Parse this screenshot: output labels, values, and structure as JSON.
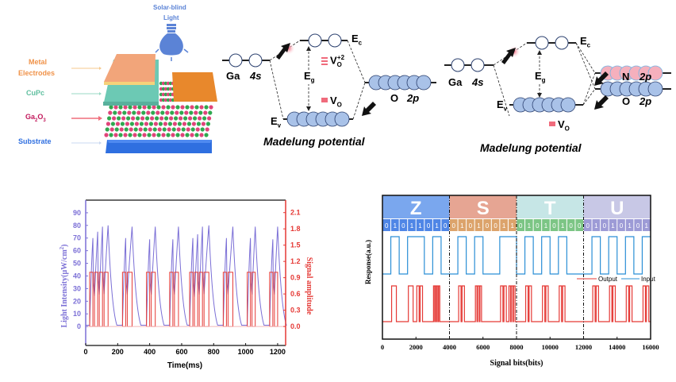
{
  "device_schematic": {
    "light_label_line1": "Solar-blind",
    "light_label_line2": "Light",
    "layers": [
      {
        "label": "Metal\nElectrodes",
        "line1": "Metal",
        "line2": "Electrodes",
        "color": "#f0934a"
      },
      {
        "label": "CuPc",
        "color": "#5fbf9f"
      },
      {
        "label": "Ga2O3",
        "base": "Ga",
        "sub1": "2",
        "mid": "O",
        "sub2": "3",
        "color": "#c2185b"
      },
      {
        "label": "Substrate",
        "color": "#2f6fe0"
      }
    ]
  },
  "band_diagram_1": {
    "ga_label": "Ga",
    "ga_orbital": "4s",
    "ec_label": "E",
    "ec_sub": "c",
    "ev_label": "E",
    "ev_sub": "v",
    "eg_label": "E",
    "eg_sub": "g",
    "vo2_label": "V",
    "vo2_sub": "O",
    "vo2_sup": "+2",
    "vo_label": "V",
    "vo_sub": "O",
    "o_label": "O",
    "o_orbital": "2p",
    "caption": "Madelung potential"
  },
  "band_diagram_2": {
    "ga_label": "Ga",
    "ga_orbital": "4s",
    "ec_label": "E",
    "ec_sub": "c",
    "ev_label": "E",
    "ev_sub": "v",
    "eg_label": "E",
    "eg_sub": "g",
    "vo_label": "V",
    "vo_sub": "O",
    "n_label": "N",
    "n_orbital": "2p",
    "o_label": "O",
    "o_orbital": "2p",
    "caption": "Madelung potential"
  },
  "chart_data": [
    {
      "type": "line",
      "title": "",
      "xlabel": "Time(ms)",
      "ylabel": "Light Intensity(μW/cm²)",
      "ylabel_base": "Light Intensity(μW/cm",
      "ylabel_sup": "2",
      "ylabel_close": ")",
      "y2label": "Signal amplitude",
      "xlim": [
        0,
        1250
      ],
      "ylim": [
        -15,
        100
      ],
      "y2lim": [
        -0.35,
        2.33
      ],
      "xticks": [
        "0",
        "200",
        "400",
        "600",
        "800",
        "1000",
        "1200"
      ],
      "xtick_values": [
        0,
        200,
        400,
        600,
        800,
        1000,
        1200
      ],
      "yticks": [
        "0",
        "10",
        "20",
        "30",
        "40",
        "50",
        "60",
        "70",
        "80",
        "90"
      ],
      "ytick_values": [
        0,
        10,
        20,
        30,
        40,
        50,
        60,
        70,
        80,
        90
      ],
      "y2ticks": [
        "0.0",
        "0.3",
        "0.6",
        "0.9",
        "1.2",
        "1.5",
        "1.8",
        "2.1"
      ],
      "y2tick_values": [
        0,
        0.3,
        0.6,
        0.9,
        1.2,
        1.5,
        1.8,
        2.1
      ],
      "colors": {
        "light": "#7b6fd6",
        "signal": "#e53935",
        "left_axis": "#7b6fd6",
        "right_axis": "#e53935"
      },
      "series": [
        {
          "name": "Signal amplitude",
          "axis": "right",
          "groups": [
            {
              "pulses": [
                [
                  25,
                  45
                ],
                [
                  55,
                  75
                ],
                [
                  85,
                  105
                ],
                [
                  115,
                  140
                ]
              ]
            },
            {
              "pulses": [
                [
                  230,
                  250
                ],
                [
                  260,
                  290
                ]
              ]
            },
            {
              "pulses": [
                [
                  380,
                  400
                ],
                [
                  410,
                  435
                ]
              ]
            },
            {
              "pulses": [
                [
                  525,
                  545
                ],
                [
                  555,
                  580
                ]
              ]
            },
            {
              "pulses": [
                [
                  650,
                  670
                ],
                [
                  680,
                  700
                ],
                [
                  710,
                  730
                ],
                [
                  740,
                  770
                ]
              ]
            },
            {
              "pulses": [
                [
                  860,
                  880
                ],
                [
                  890,
                  920
                ]
              ]
            },
            {
              "pulses": [
                [
                  1010,
                  1030
                ],
                [
                  1040,
                  1060
                ]
              ]
            },
            {
              "pulses": [
                [
                  1150,
                  1170
                ],
                [
                  1180,
                  1200
                ]
              ]
            }
          ],
          "high": 1.0,
          "low": 0.0
        },
        {
          "name": "Light Intensity",
          "axis": "left",
          "peaks": [
            {
              "t": 45,
              "v": 70
            },
            {
              "t": 75,
              "v": 75
            },
            {
              "t": 105,
              "v": 79
            },
            {
              "t": 140,
              "v": 80
            },
            {
              "t": 250,
              "v": 70
            },
            {
              "t": 290,
              "v": 79
            },
            {
              "t": 400,
              "v": 69
            },
            {
              "t": 435,
              "v": 79
            },
            {
              "t": 545,
              "v": 69
            },
            {
              "t": 580,
              "v": 79
            },
            {
              "t": 670,
              "v": 70
            },
            {
              "t": 700,
              "v": 73
            },
            {
              "t": 730,
              "v": 79
            },
            {
              "t": 770,
              "v": 80
            },
            {
              "t": 880,
              "v": 70
            },
            {
              "t": 920,
              "v": 79
            },
            {
              "t": 1030,
              "v": 70
            },
            {
              "t": 1060,
              "v": 79
            },
            {
              "t": 1170,
              "v": 69
            },
            {
              "t": 1200,
              "v": 79
            }
          ]
        }
      ]
    },
    {
      "type": "line",
      "title": "",
      "xlabel": "Signal bits(bits)",
      "ylabel": "Response(a.u.)",
      "xlim": [
        0,
        16000
      ],
      "xticks": [
        "0",
        "2000",
        "4000",
        "6000",
        "8000",
        "10000",
        "12000",
        "14000",
        "16000"
      ],
      "xtick_values": [
        0,
        2000,
        4000,
        6000,
        8000,
        10000,
        12000,
        14000,
        16000
      ],
      "divider_positions": [
        4000,
        8000,
        12000
      ],
      "legend": [
        "Output",
        "Input"
      ],
      "legend_position": "center-right",
      "colors": {
        "input": "#2b8fd6",
        "output": "#e53935"
      },
      "letters": [
        {
          "char": "Z",
          "bg": "#7aa7ee",
          "bit_bg": "#4f86e6",
          "bits": "01011010"
        },
        {
          "char": "S",
          "bg": "#e6a593",
          "bit_bg": "#dca36b",
          "bits": "01010011"
        },
        {
          "char": "T",
          "bg": "#c6e6e6",
          "bit_bg": "#7cc585",
          "bits": "01010100"
        },
        {
          "char": "U",
          "bg": "#c8c8e6",
          "bit_bg": "#9d9bd6",
          "bits": "01010101"
        }
      ],
      "series": [
        {
          "name": "Input",
          "bits": "01011010010100110101010001010101"
        },
        {
          "name": "Output",
          "bits": "01011010010100110101010001010101",
          "subpulses": [
            2,
            1,
            4,
            1,
            2,
            1,
            4,
            2,
            1,
            2,
            2,
            3,
            1,
            2,
            2,
            3,
            1,
            2,
            2,
            2,
            3,
            2,
            2,
            2,
            1,
            2,
            2,
            2,
            2,
            2,
            2,
            2
          ]
        }
      ]
    }
  ]
}
